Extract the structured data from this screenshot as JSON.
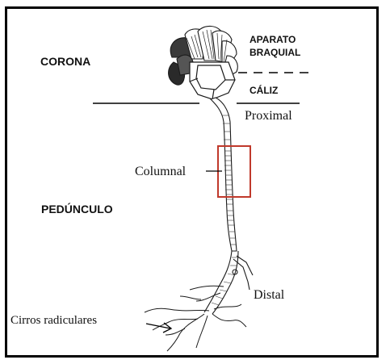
{
  "labels": {
    "corona": "CORONA",
    "aparato_line1": "APARATO",
    "aparato_line2": "BRAQUIAL",
    "caliz": "CÁLIZ",
    "proximal": "Proximal",
    "columnal": "Columnal",
    "pedunculo": "PEDÚNCULO",
    "distal": "Distal",
    "cirros": "Cirros radiculares"
  },
  "colors": {
    "frame": "#000000",
    "highlight_box": "#c0392b",
    "ink": "#111111"
  }
}
